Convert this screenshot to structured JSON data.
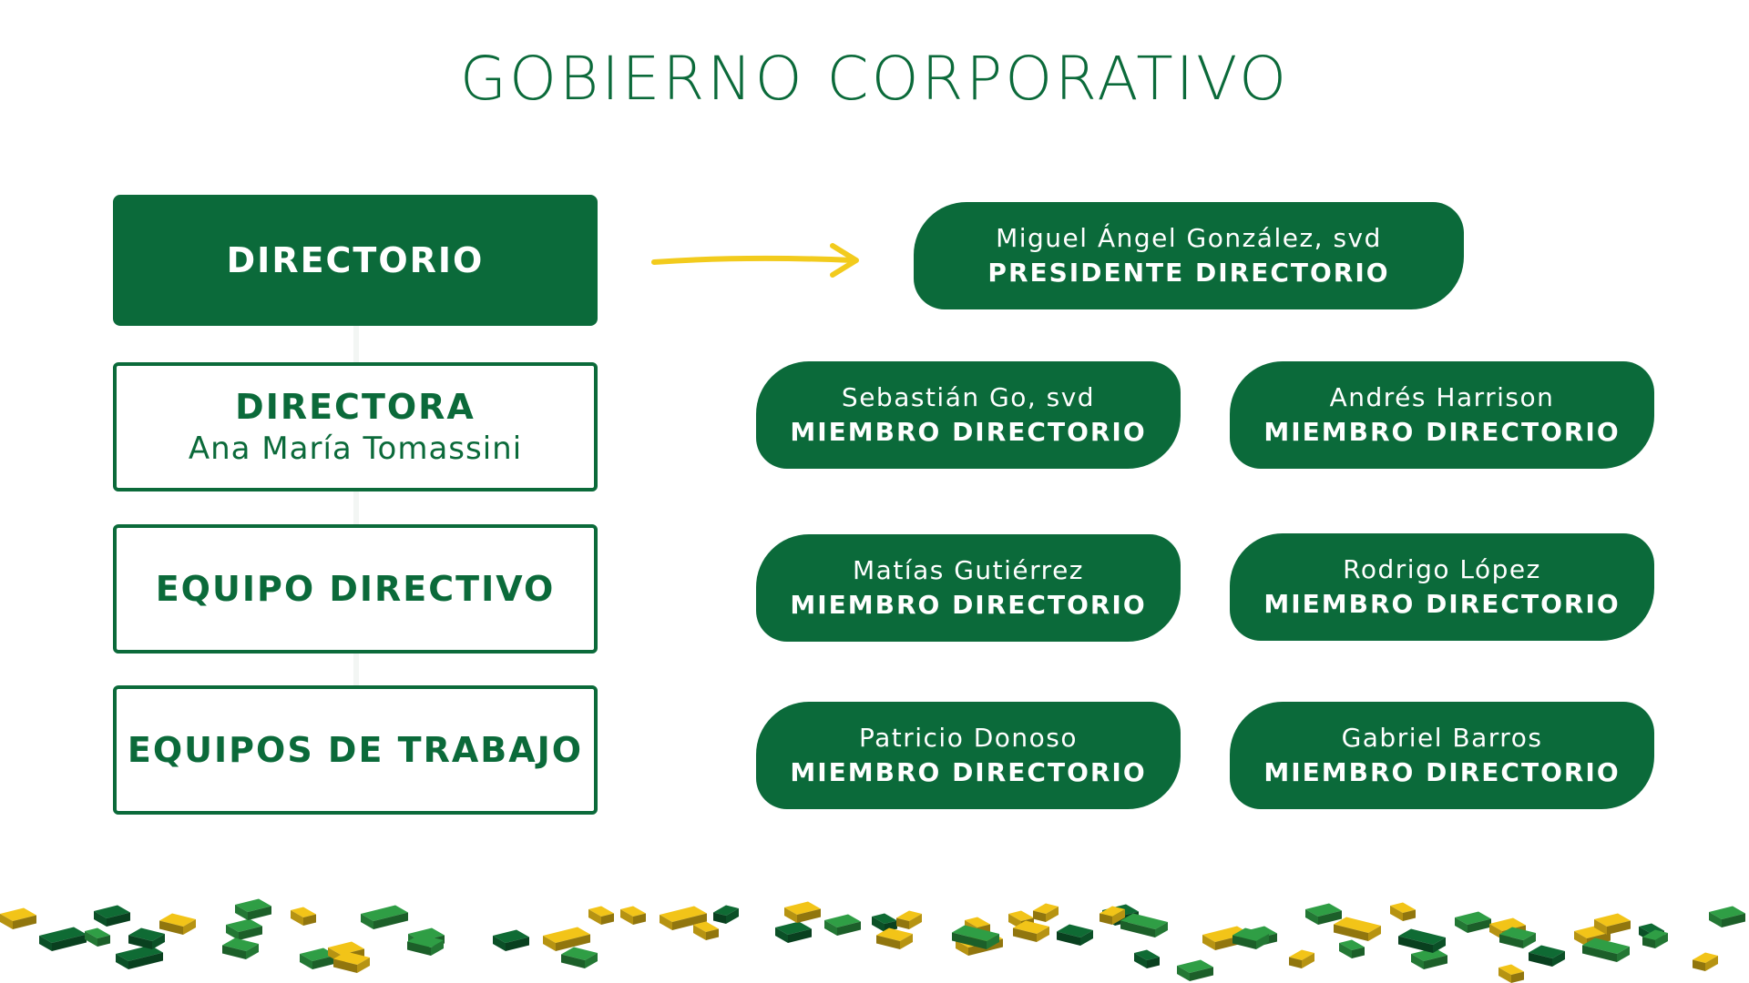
{
  "title": "GOBIERNO CORPORATIVO",
  "left_column": [
    {
      "label": "DIRECTORIO",
      "sub": ""
    },
    {
      "label": "DIRECTORA",
      "sub": "Ana María Tomassini"
    },
    {
      "label": "EQUIPO DIRECTIVO",
      "sub": ""
    },
    {
      "label": "EQUIPOS DE TRABAJO",
      "sub": ""
    }
  ],
  "president": {
    "name": "Miguel Ángel González, svd",
    "role": "PRESIDENTE DIRECTORIO"
  },
  "members": [
    {
      "name": "Sebastián Go, svd",
      "role": "MIEMBRO DIRECTORIO"
    },
    {
      "name": "Andrés Harrison",
      "role": "MIEMBRO DIRECTORIO"
    },
    {
      "name": "Matías Gutiérrez",
      "role": "MIEMBRO DIRECTORIO"
    },
    {
      "name": "Rodrigo López",
      "role": "MIEMBRO DIRECTORIO"
    },
    {
      "name": "Patricio Donoso",
      "role": "MIEMBRO DIRECTORIO"
    },
    {
      "name": "Gabriel Barros",
      "role": "MIEMBRO DIRECTORIO"
    }
  ],
  "colors": {
    "primary_green": "#0b6a3a",
    "arrow_yellow": "#f2cb1d",
    "brick_green_dark": "#0f6b34",
    "brick_green": "#2f9e45",
    "brick_yellow": "#f2c418"
  },
  "icons": {
    "arrow": "arrow-right-icon",
    "decoration": "lego-bricks-pattern"
  }
}
